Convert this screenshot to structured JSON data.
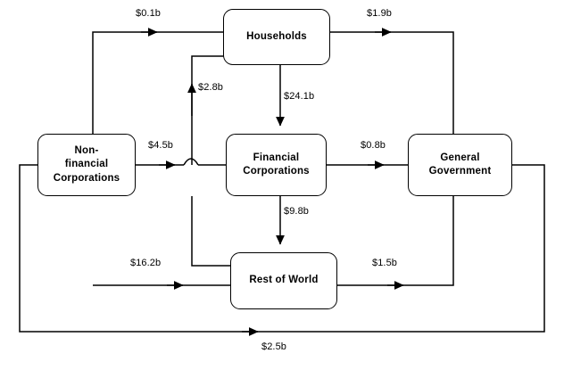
{
  "diagram": {
    "type": "flow-diagram",
    "title": "",
    "currency_unit": "billions of dollars",
    "nodes": [
      {
        "id": "households",
        "label": "Households"
      },
      {
        "id": "non-financial-corporations",
        "label": "Non-\nfinancial\nCorporations"
      },
      {
        "id": "financial-corporations",
        "label": "Financial\nCorporations"
      },
      {
        "id": "general-government",
        "label": "General\nGovernment"
      },
      {
        "id": "rest-of-world",
        "label": "Rest of World"
      }
    ],
    "flows": [
      {
        "id": "nfc-to-households",
        "label": "$0.1b",
        "value": 0.1,
        "from": "non-financial-corporations",
        "to": "households"
      },
      {
        "id": "households-to-gov",
        "label": "$1.9b",
        "value": 1.9,
        "from": "households",
        "to": "general-government"
      },
      {
        "id": "fc-to-households",
        "label": "$2.8b",
        "value": 2.8,
        "from": "financial-corporations",
        "to": "households"
      },
      {
        "id": "households-to-fc",
        "label": "$24.1b",
        "value": 24.1,
        "from": "households",
        "to": "financial-corporations"
      },
      {
        "id": "fc-to-nfc",
        "label": "$4.5b",
        "value": 4.5,
        "from": "financial-corporations",
        "to": "non-financial-corporations"
      },
      {
        "id": "gov-to-fc",
        "label": "$0.8b",
        "value": 0.8,
        "from": "general-government",
        "to": "financial-corporations"
      },
      {
        "id": "fc-to-row",
        "label": "$9.8b",
        "value": 9.8,
        "from": "financial-corporations",
        "to": "rest-of-world"
      },
      {
        "id": "row-to-nfc",
        "label": "$16.2b",
        "value": 16.2,
        "from": "rest-of-world",
        "to": "non-financial-corporations"
      },
      {
        "id": "gov-to-row",
        "label": "$1.5b",
        "value": 1.5,
        "from": "general-government",
        "to": "rest-of-world"
      },
      {
        "id": "gov-to-nfc-outer",
        "label": "$2.5b",
        "value": 2.5,
        "from": "general-government",
        "to": "non-financial-corporations"
      }
    ],
    "colors": {
      "line": "#000000",
      "text": "#000000",
      "background": "#ffffff"
    }
  }
}
